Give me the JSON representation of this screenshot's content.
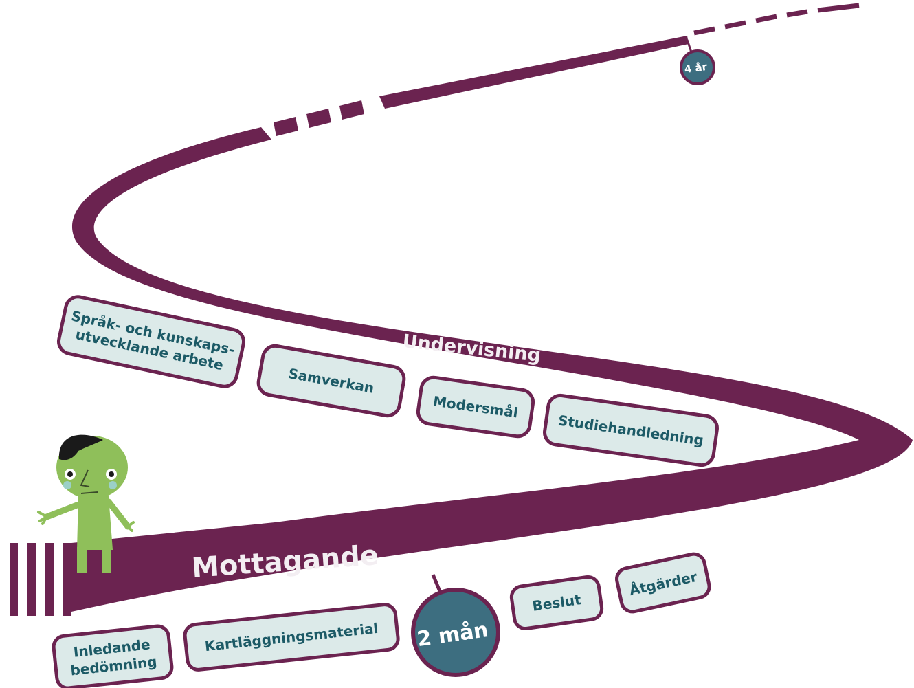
{
  "road": {
    "label_reception": "Mottagande",
    "label_teaching": "Undervisning"
  },
  "milestones": {
    "two_months": "2 mån",
    "four_years": "4 år"
  },
  "reception_boxes": [
    {
      "lines": [
        "Inledande",
        "bedömning"
      ]
    },
    {
      "lines": [
        "Kartläggningsmaterial"
      ]
    },
    {
      "lines": [
        "Beslut"
      ]
    },
    {
      "lines": [
        "Åtgärder"
      ]
    }
  ],
  "teaching_boxes": [
    {
      "lines": [
        "Språk- och kunskaps-",
        "utvecklande arbete"
      ]
    },
    {
      "lines": [
        "Samverkan"
      ]
    },
    {
      "lines": [
        "Modersmål"
      ]
    },
    {
      "lines": [
        "Studiehandledning"
      ]
    }
  ],
  "colors": {
    "road": "#6b2350",
    "milestone": "#3d6e80",
    "box_fill": "#dceae9",
    "box_border": "#6b2350",
    "box_text": "#1c5a66",
    "figure_skin": "#8fbf5a",
    "figure_hair": "#1a1a1a"
  },
  "icons": {
    "character": "child-figure-icon"
  }
}
